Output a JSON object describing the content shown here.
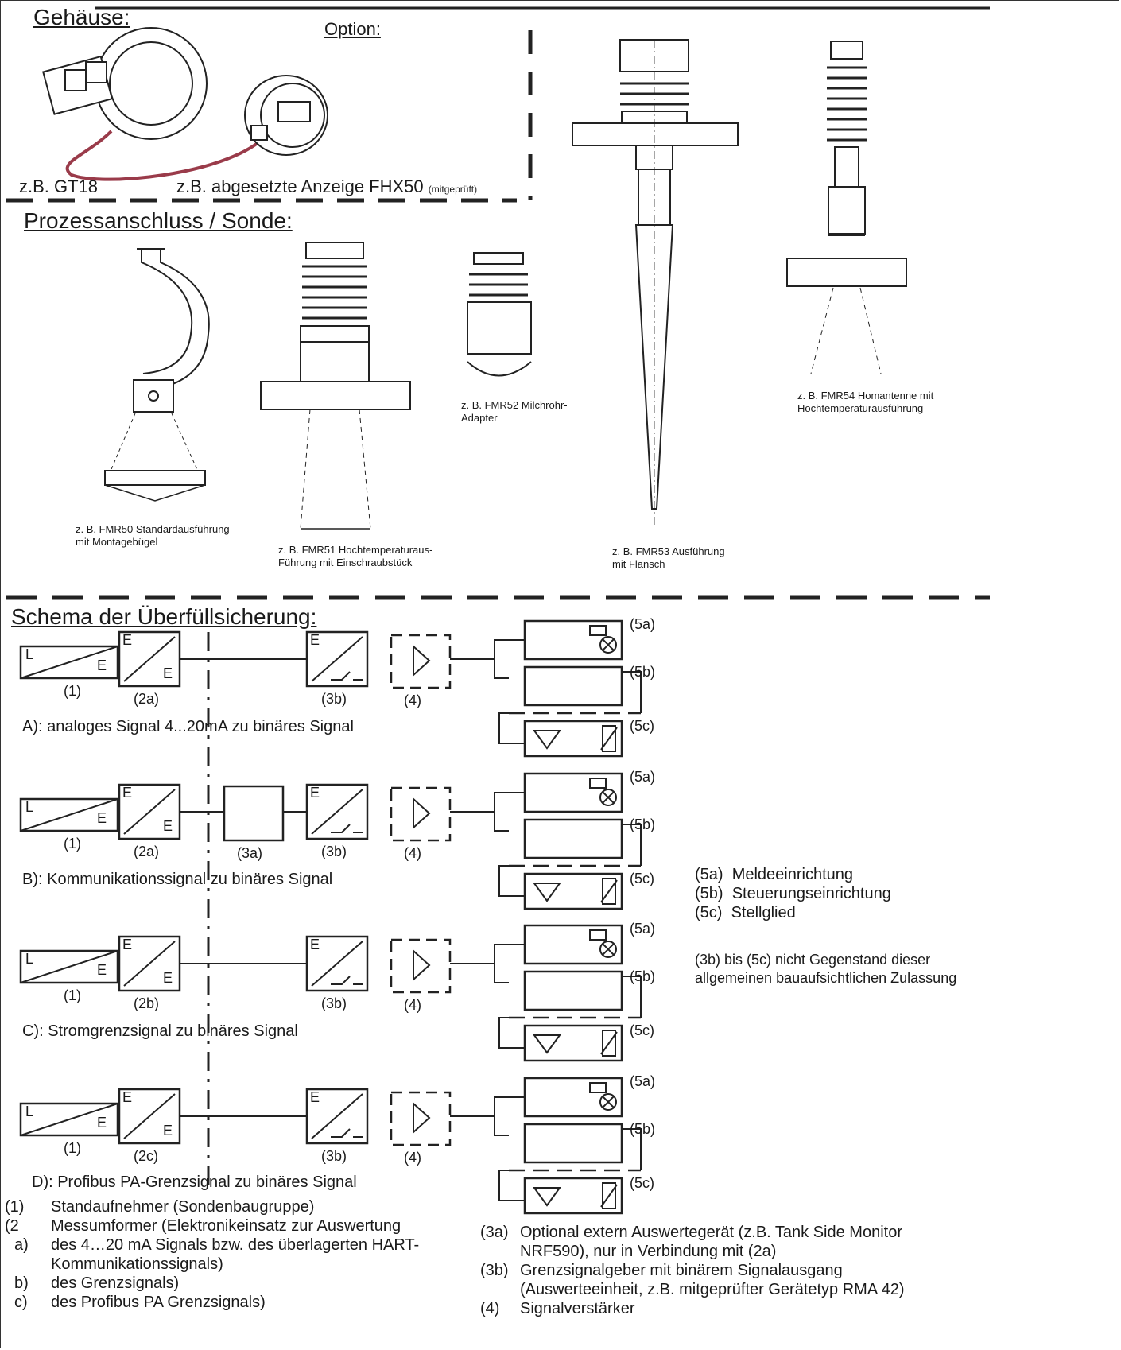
{
  "sections": {
    "housing": "Gehäuse:",
    "option": "Option:",
    "process": "Prozessanschluss / Sonde:",
    "schema": "Schema der Überfüllsicherung:"
  },
  "housing_labels": {
    "gt18": "z.B. GT18",
    "fhx50": "z.B. abgesetzte Anzeige FHX50",
    "fhx50_note": "(mitgeprüft)"
  },
  "probes": [
    {
      "l1": "z. B. FMR50 Standardausführung",
      "l2": "mit Montagebügel"
    },
    {
      "l1": "z. B. FMR51 Hochtemperaturaus-",
      "l2": "Führung mit Einschraubstück"
    },
    {
      "l1": "z. B. FMR52 Milchrohr-",
      "l2": "Adapter"
    },
    {
      "l1": "z. B. FMR53 Ausführung",
      "l2": "mit Flansch"
    },
    {
      "l1": "z. B. FMR54 Homantenne mit",
      "l2": "Hochtemperaturausführung"
    }
  ],
  "schema": {
    "rows": [
      {
        "caption": "A): analoges Signal 4...20mA zu binäres Signal",
        "n1": "(1)",
        "n2": "(2a)",
        "n3": "(3b)",
        "n4": "(4)"
      },
      {
        "caption": "B): Kommunikationssignal zu binäres Signal",
        "n1": "(1)",
        "n2": "(2a)",
        "n3a": "(3a)",
        "n3": "(3b)",
        "n4": "(4)"
      },
      {
        "caption": "C): Stromgrenzsignal zu binäres Signal",
        "n1": "(1)",
        "n2": "(2b)",
        "n3": "(3b)",
        "n4": "(4)"
      },
      {
        "caption": "D): Profibus PA-Grenzsignal zu binäres Signal",
        "n1": "(1)",
        "n2": "(2c)",
        "n3": "(3b)",
        "n4": "(4)"
      }
    ],
    "box_letters": {
      "L": "L",
      "E": "E"
    },
    "out_labels": {
      "a": "(5a)",
      "b": "(5b)",
      "c": "(5c)"
    },
    "side_legend": [
      {
        "k": "(5a)",
        "v": "Meldeeinrichtung"
      },
      {
        "k": "(5b)",
        "v": "Steuerungseinrichtung"
      },
      {
        "k": "(5c)",
        "v": "Stellglied"
      }
    ],
    "side_note_1": "(3b) bis (5c)  nicht Gegenstand dieser",
    "side_note_2": "allgemeinen bauaufsichtlichen Zulassung"
  },
  "legend_left": [
    {
      "k": "(1)",
      "v": "Standaufnehmer (Sondenbaugruppe)"
    },
    {
      "k": "(2",
      "v": "Messumformer (Elektronikeinsatz zur Auswertung"
    },
    {
      "k": "a)",
      "v": "des 4…20 mA Signals bzw. des überlagerten HART-"
    },
    {
      "k": "",
      "v": "Kommunikationssignals)"
    },
    {
      "k": "b)",
      "v": "des Grenzsignals)"
    },
    {
      "k": "c)",
      "v": "des Profibus PA Grenzsignals)"
    }
  ],
  "legend_right": [
    {
      "k": "(3a)",
      "v": "Optional extern Auswertegerät (z.B. Tank Side Monitor"
    },
    {
      "k": "",
      "v": "NRF590), nur in Verbindung mit (2a)"
    },
    {
      "k": "(3b)",
      "v": "Grenzsignalgeber mit binärem Signalausgang"
    },
    {
      "k": "",
      "v": "(Auswerteeinheit, z.B. mitgeprüfter Gerätetyp RMA 42)"
    },
    {
      "k": "(4)",
      "v": "Signalverstärker"
    }
  ]
}
